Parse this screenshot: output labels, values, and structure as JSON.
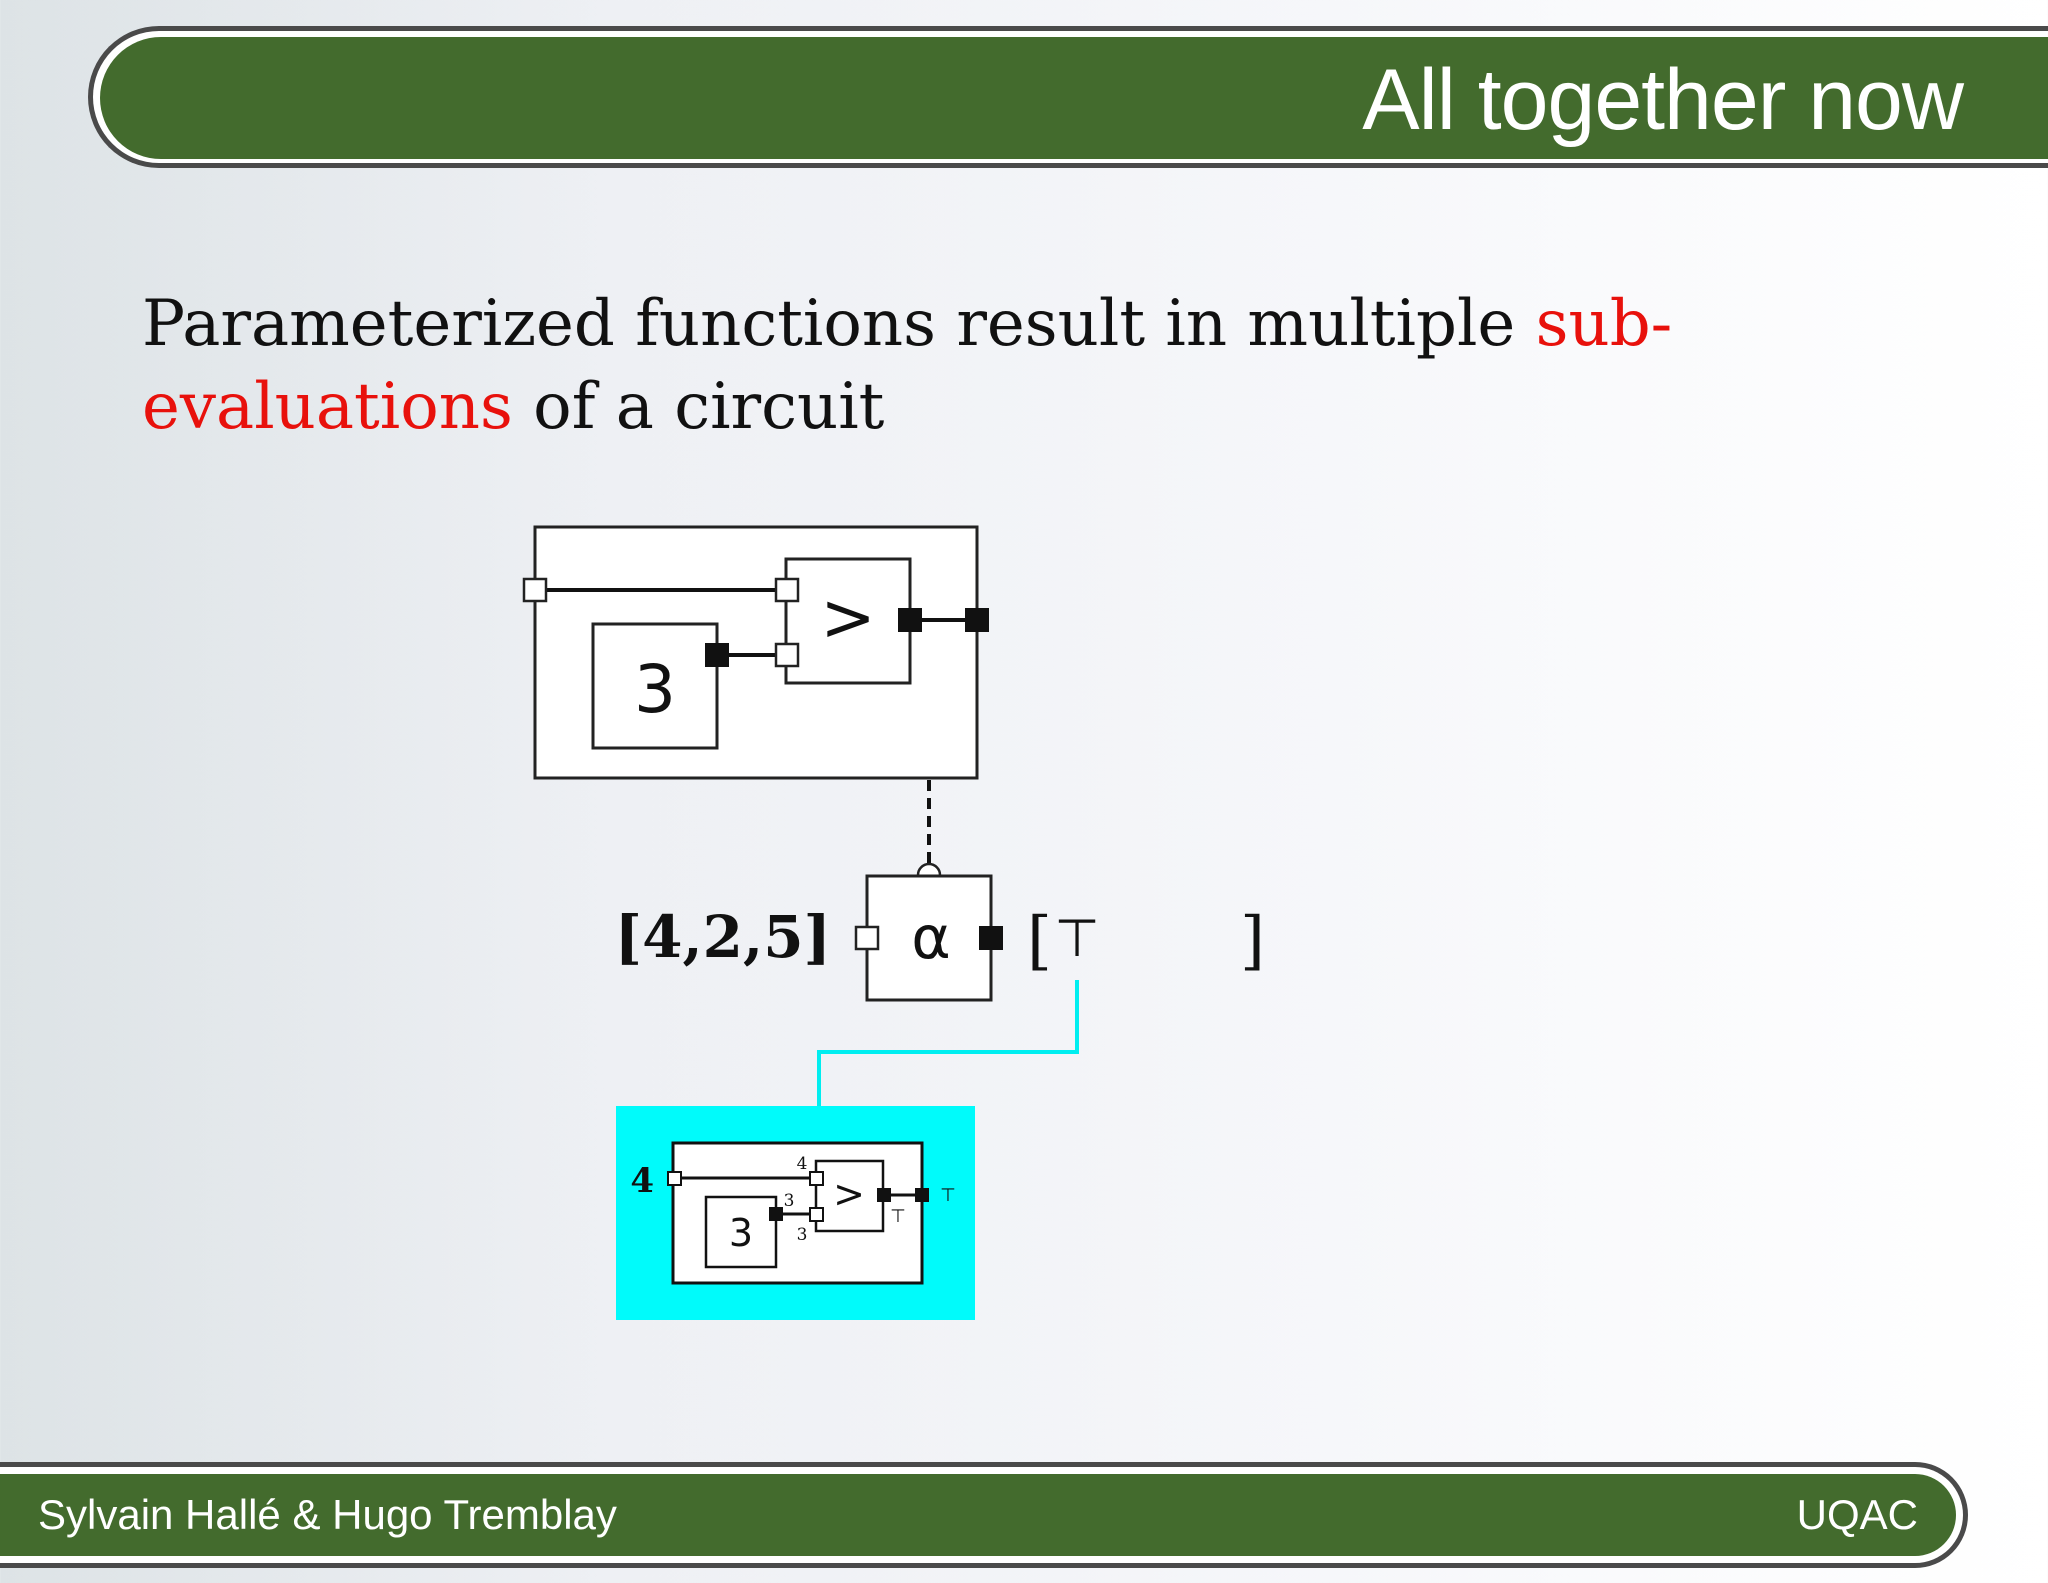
{
  "slide": {
    "title": "All together now",
    "body": {
      "line1_plain": "Parameterized functions result in multiple ",
      "line1_accent": "sub-",
      "line2_accent": "evaluations",
      "line2_plain": " of a circuit"
    }
  },
  "diagram": {
    "constant_value": "3",
    "comparator_symbol": ">",
    "alpha_symbol": "α",
    "input_list": "[4,2,5]",
    "output_open": "[",
    "output_value": "⊤",
    "output_close": "]",
    "sub": {
      "input_value": "4",
      "constant_value": "3",
      "comparator_symbol": ">",
      "top_in_label": "4",
      "const_out_label": "3",
      "bottom_in_label": "3",
      "comp_out_label": "⊤",
      "box_out_label": "⊤"
    }
  },
  "colors": {
    "header_green": "#436b2d",
    "accent_red": "#e8110c",
    "highlight_cyan": "#00fbfb"
  },
  "footer": {
    "authors": "Sylvain Hallé & Hugo Tremblay",
    "institution": "UQAC"
  }
}
